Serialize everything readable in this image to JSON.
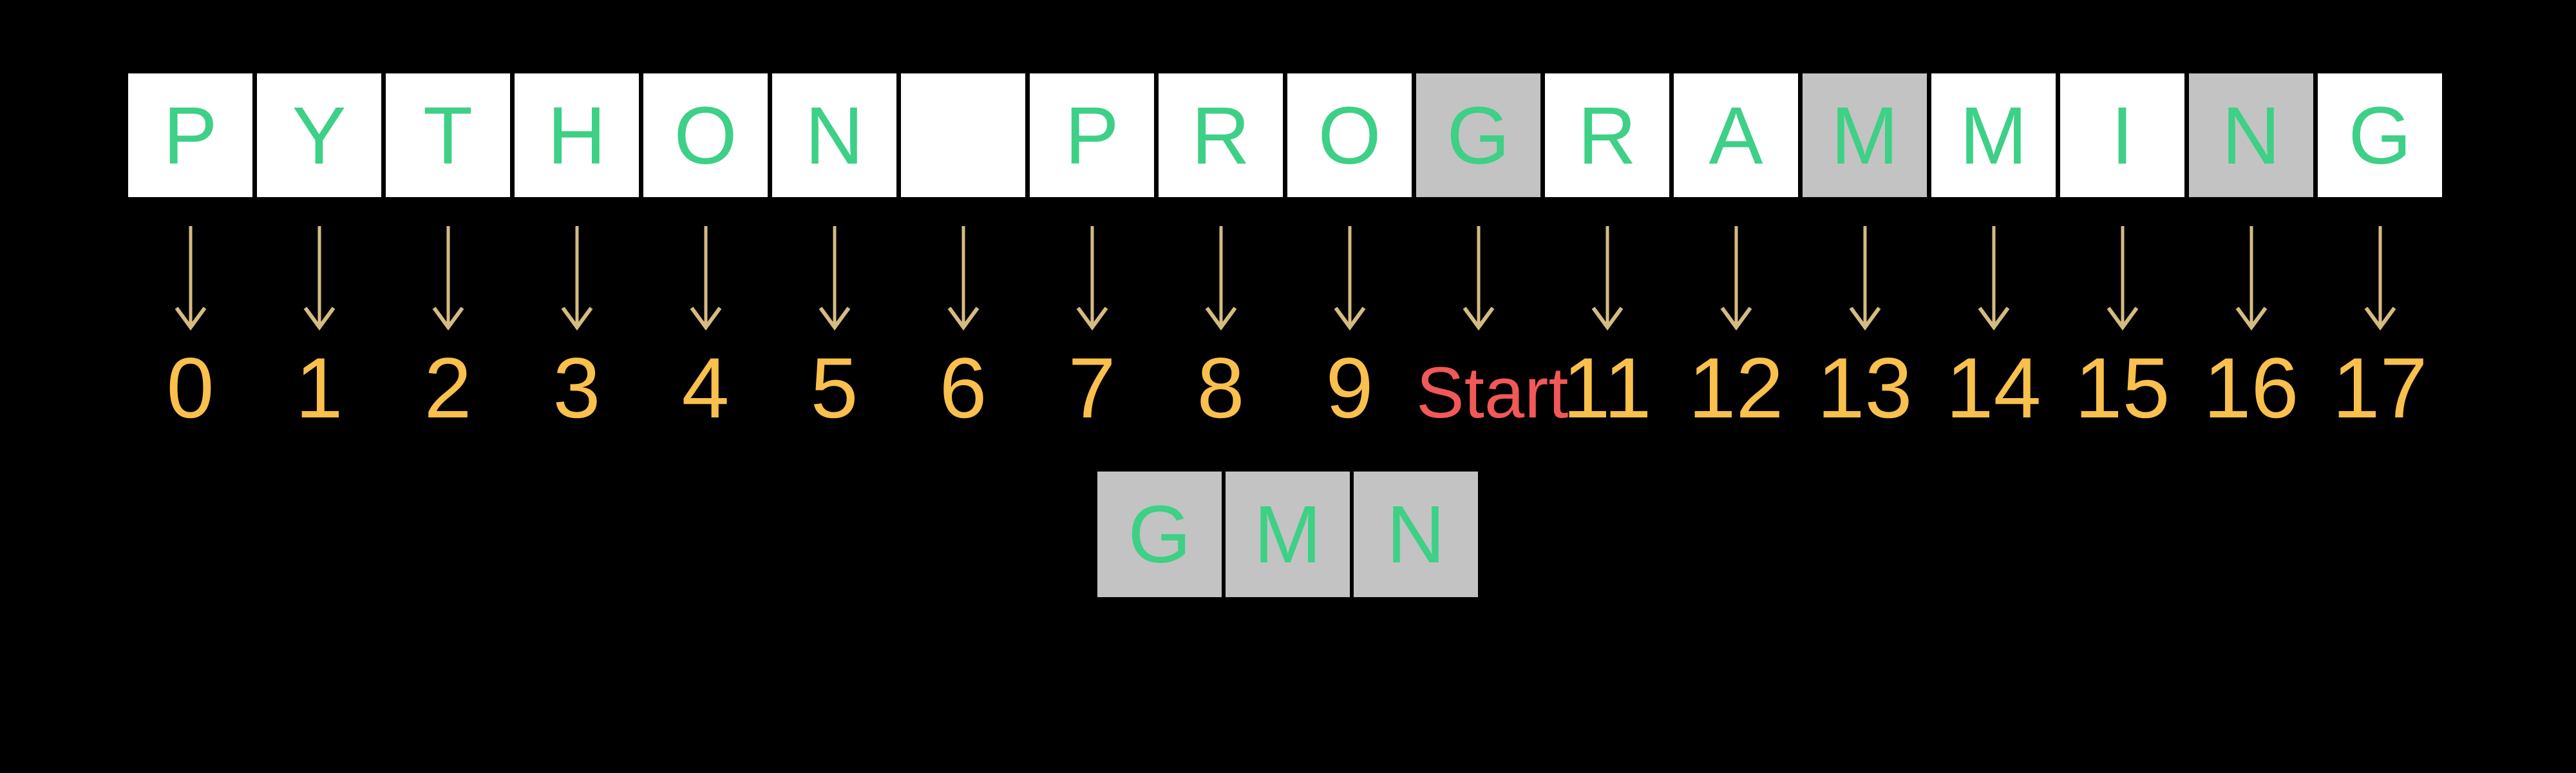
{
  "diagram": {
    "string_value": "PYTHON PROGRAMMING",
    "string_cells": [
      {
        "char": "P",
        "highlighted": false
      },
      {
        "char": "Y",
        "highlighted": false
      },
      {
        "char": "T",
        "highlighted": false
      },
      {
        "char": "H",
        "highlighted": false
      },
      {
        "char": "O",
        "highlighted": false
      },
      {
        "char": "N",
        "highlighted": false
      },
      {
        "char": " ",
        "highlighted": false
      },
      {
        "char": "P",
        "highlighted": false
      },
      {
        "char": "R",
        "highlighted": false
      },
      {
        "char": "O",
        "highlighted": false
      },
      {
        "char": "G",
        "highlighted": true
      },
      {
        "char": "R",
        "highlighted": false
      },
      {
        "char": "A",
        "highlighted": false
      },
      {
        "char": "M",
        "highlighted": true
      },
      {
        "char": "M",
        "highlighted": false
      },
      {
        "char": "I",
        "highlighted": false
      },
      {
        "char": "N",
        "highlighted": true
      },
      {
        "char": "G",
        "highlighted": false
      }
    ],
    "index_labels": [
      {
        "text": "0",
        "is_start": false
      },
      {
        "text": "1",
        "is_start": false
      },
      {
        "text": "2",
        "is_start": false
      },
      {
        "text": "3",
        "is_start": false
      },
      {
        "text": "4",
        "is_start": false
      },
      {
        "text": "5",
        "is_start": false
      },
      {
        "text": "6",
        "is_start": false
      },
      {
        "text": "7",
        "is_start": false
      },
      {
        "text": "8",
        "is_start": false
      },
      {
        "text": "9",
        "is_start": false
      },
      {
        "text": "Start",
        "is_start": true
      },
      {
        "text": "11",
        "is_start": false
      },
      {
        "text": "12",
        "is_start": false
      },
      {
        "text": "13",
        "is_start": false
      },
      {
        "text": "14",
        "is_start": false
      },
      {
        "text": "15",
        "is_start": false
      },
      {
        "text": "16",
        "is_start": false
      },
      {
        "text": "17",
        "is_start": false
      }
    ],
    "result_cells": [
      {
        "char": "G"
      },
      {
        "char": "M"
      },
      {
        "char": "N"
      }
    ]
  },
  "colors": {
    "background": "#000000",
    "cell_bg": "#ffffff",
    "highlight_bg": "#c3c3c3",
    "letter": "#3ed086",
    "number": "#f9c04d",
    "start": "#f25858",
    "arrow": "#d5bb82"
  }
}
